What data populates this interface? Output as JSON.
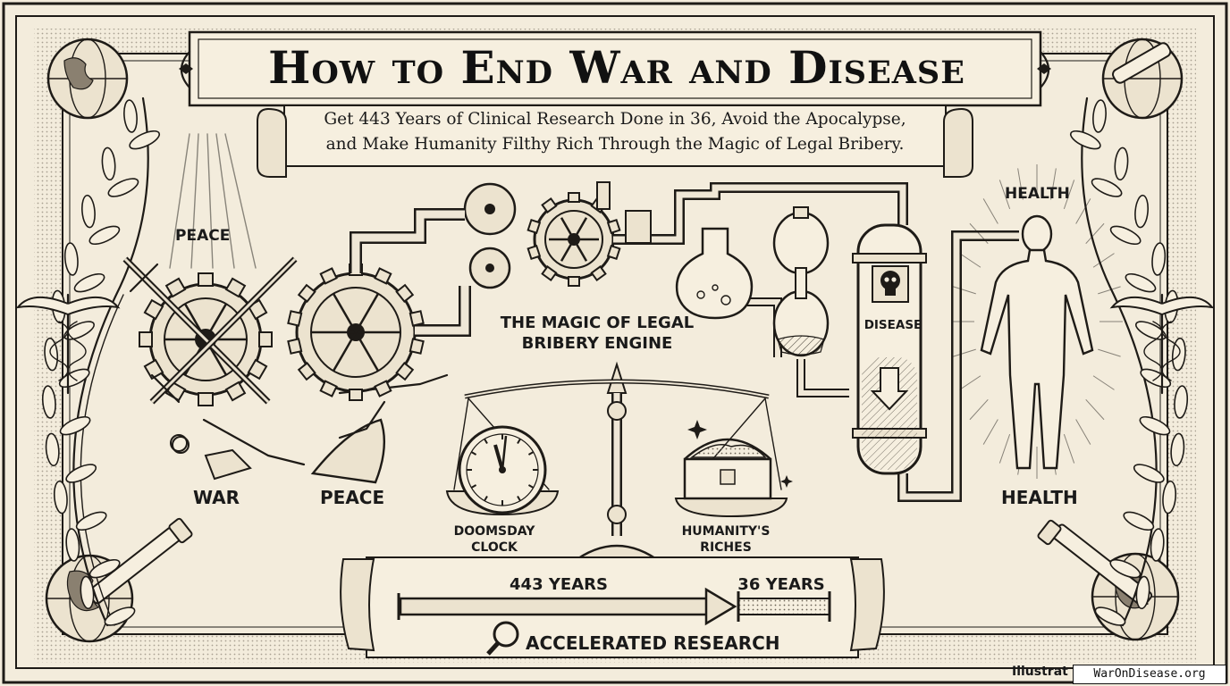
{
  "title": "How to End War and Disease",
  "subtitle_line1": "Get 443 Years of Clinical Research Done in 36, Avoid the Apocalypse,",
  "subtitle_line2": "and Make Humanity Filthy Rich Through the Magic of Legal Bribery.",
  "labels": {
    "peace_top": "PEACE",
    "war": "WAR",
    "peace_bottom": "PEACE",
    "engine": "THE MAGIC OF LEGAL BRIBERY ENGINE",
    "doomsday_clock": "DOOMSDAY CLOCK",
    "humanity_riches": "HUMANITY'S RICHES",
    "disease": "DISEASE",
    "health_top": "HEALTH",
    "health_bottom": "HEALTH"
  },
  "timeline": {
    "before": "443 YEARS",
    "after": "36 YEARS",
    "caption": "ACCELERATED RESEARCH"
  },
  "credit": {
    "partial": "Illustrat",
    "site": "WarOnDisease.org"
  },
  "icons": [
    "globe-icon",
    "telescope-icon",
    "caduceus-icon",
    "laurel-icon",
    "sword-icon",
    "gear-icon",
    "plow-icon",
    "flask-icon",
    "skull-icon",
    "scale-icon",
    "clock-icon",
    "treasure-chest-icon",
    "human-figure-icon",
    "magnifier-icon",
    "arrow-icon"
  ]
}
